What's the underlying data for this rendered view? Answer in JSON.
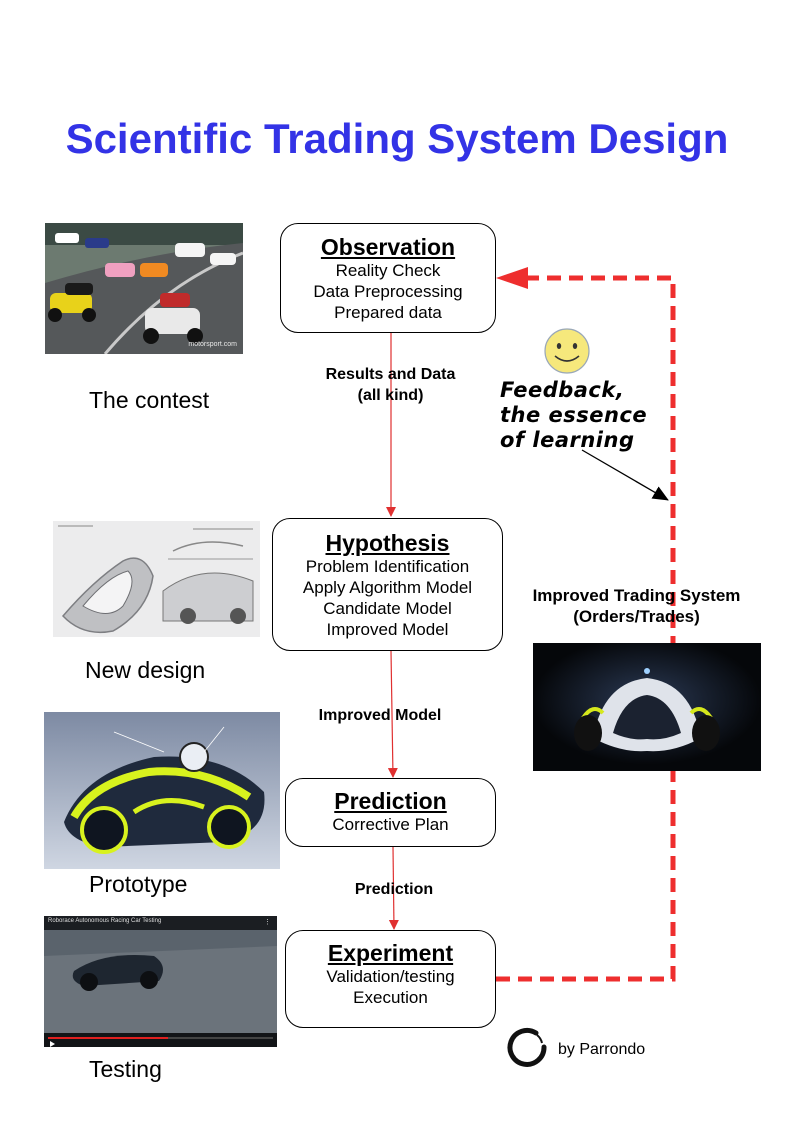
{
  "title": "Scientific Trading System Design",
  "nodes": {
    "observation": {
      "heading": "Observation",
      "lines": [
        "Reality Check",
        "Data Preprocessing",
        "Prepared data"
      ]
    },
    "hypothesis": {
      "heading": "Hypothesis",
      "lines": [
        "Problem Identification",
        "Apply Algorithm Model",
        "Candidate Model",
        "Improved Model"
      ]
    },
    "prediction": {
      "heading": "Prediction",
      "lines": [
        "Corrective Plan"
      ]
    },
    "experiment": {
      "heading": "Experiment",
      "lines": [
        "Validation/testing",
        "Execution"
      ]
    }
  },
  "edge_labels": {
    "obs_to_hyp": [
      "Results and Data",
      "(all kind)"
    ],
    "hyp_to_pred": "Improved Model",
    "pred_to_exp": "Prediction"
  },
  "feedback": [
    "Feedback,",
    "the essence",
    "of learning"
  ],
  "improved_system": [
    "Improved Trading System",
    "(Orders/Trades)"
  ],
  "captions": {
    "contest": "The contest",
    "design": "New design",
    "prototype": "Prototype",
    "testing": "Testing"
  },
  "photo_text": {
    "watermark": "motorsport.com",
    "video_title": "Roborace Autonomous Racing Car Testing"
  },
  "author": "by Parrondo",
  "icons": {
    "smiley": "smiley-face-icon",
    "logo": "enso-circle-logo"
  },
  "colors": {
    "title": "#3333e6",
    "feedback_arrow": "#ee2e2e",
    "flow_arrow": "#e03030",
    "smiley": "#f6e87c"
  }
}
